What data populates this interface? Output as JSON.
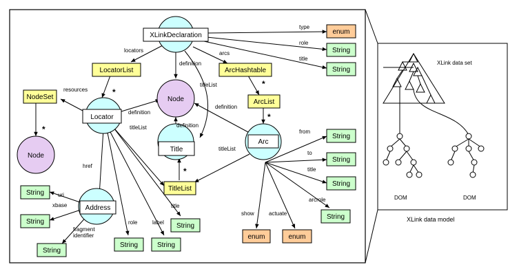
{
  "diagram": {
    "main_nodes": {
      "xlink_declaration": "XLinkDeclaration",
      "locator_list": "LocatorList",
      "arc_hashtable": "ArcHashtable",
      "node_set": "NodeSet",
      "locator": "Locator",
      "node_center": "Node",
      "arc_list": "ArcList",
      "node_left": "Node",
      "title": "Title",
      "arc": "Arc",
      "title_list": "TitleList",
      "address": "Address",
      "enum_type": "enum",
      "string_role": "String",
      "string_title": "String",
      "string_from": "String",
      "string_to": "String",
      "string_arc_title": "String",
      "string_arcrole": "String",
      "string_uri": "String",
      "string_xbase": "String",
      "string_fragment": "String",
      "string_role_loc": "String",
      "string_label": "String",
      "string_title_loc": "String",
      "enum_show": "enum",
      "enum_actuate": "enum"
    },
    "edge_labels": {
      "type": "type",
      "role": "role",
      "title": "title",
      "locators": "locators",
      "arcs": "arcs",
      "definition_xd": "definition",
      "title_list_xd": "titleList",
      "resources": "resources",
      "definition_loc": "definition",
      "definition_arc": "definition",
      "definition_title": "definition",
      "title_list_loc": "titleList",
      "title_list_arc": "titleList",
      "href": "href",
      "uri": "uri",
      "xbase": "xbase",
      "fragment_1": "fragment",
      "fragment_2": "identifier",
      "role_loc": "role",
      "label_loc": "label",
      "title_loc": "title",
      "from": "from",
      "to": "to",
      "title_arc": "title",
      "arcrole": "arcrole",
      "show": "show",
      "actuate": "actuate"
    },
    "star": "*"
  },
  "inset": {
    "set_label": "XLink  data set",
    "dom_left": "DOM",
    "dom_right": "DOM",
    "caption": "XLink data model"
  },
  "colors": {
    "yellow_box": "#ffff99",
    "yellow_pale": "#ffff99",
    "green_box": "#ccffcc",
    "orange_box": "#ffcc99",
    "circle_blue": "#ccffff",
    "circle_purple": "#e6ccf2",
    "line": "#000000"
  }
}
